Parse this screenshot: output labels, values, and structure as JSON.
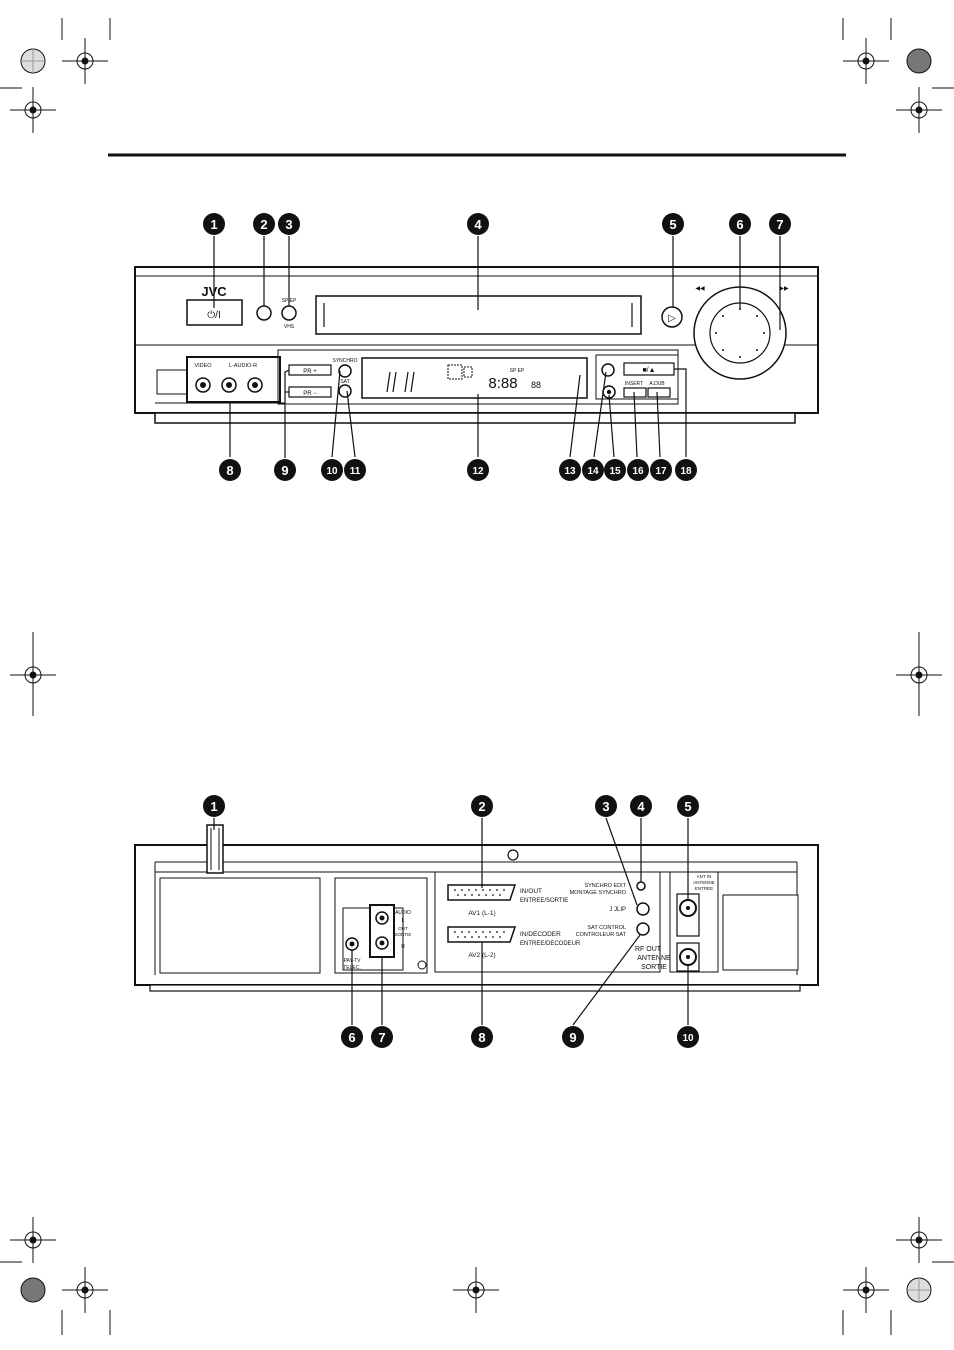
{
  "front_panel": {
    "brand": "JVC",
    "power_symbol": "⏻/I",
    "sp_ep_label": "SP/EP",
    "vhs_label": "VHS",
    "video_label": "VIDEO",
    "audio_label": "L-AUDIO-R",
    "pr_plus_label": "PR +",
    "pr_minus_label": "PR −",
    "synchro_label": "SYNCHRO",
    "sat_label": "SAT",
    "insert_label": "INSERT",
    "adub_label": "A.DUB",
    "display_digits": "8:88",
    "display_small_digits": "88",
    "display_sp_ep": "SP EP",
    "stop_eject_symbol": "■/▲",
    "play_symbol": "▷",
    "rew_symbol": "◀◀",
    "ff_symbol": "▶▶",
    "callouts_top": [
      "1",
      "2",
      "3",
      "4",
      "5",
      "6",
      "7"
    ],
    "callouts_bottom": [
      "8",
      "9",
      "10",
      "11",
      "12",
      "13",
      "14",
      "15",
      "16",
      "17",
      "18"
    ]
  },
  "rear_panel": {
    "in_out_label": "IN/OUT",
    "entree_sortie_label": "ENTREE/SORTIE",
    "av1_label": "AV1 (L-1)",
    "in_decoder_label": "IN/DECODER",
    "entree_decodeur_label": "ENTREE/DECODEUR",
    "av2_label": "AV2 (L-2)",
    "synchro_edit_label": "SYNCHRO EDIT",
    "montage_synchro_label": "MONTAGE SYNCHRO",
    "jlip_label": "J JLIP",
    "sat_control_label": "SAT CONTROL",
    "controleur_sat_label": "CONTROLEUR SAT",
    "antenna_in_label": "ANT IN",
    "antenne_label": "ANTENNE",
    "entree_label": "ENTREE",
    "rf_out_label": "RF OUT",
    "antenne_sortie_label": "ANTENNE",
    "sortie_label": "SORTIE",
    "paytv_label": "PAY-TV",
    "telec_label": "TELEC.",
    "audio_label": "AUDIO",
    "out_label": "OUT",
    "sortie_small_label": "SORTIE",
    "l_label": "L",
    "r_label": "R",
    "callouts_top": [
      "1",
      "2",
      "3",
      "4",
      "5"
    ],
    "callouts_bottom": [
      "6",
      "7",
      "8",
      "9",
      "10"
    ]
  },
  "colors": {
    "ink": "#111111",
    "panel_fill": "#ffffff"
  }
}
